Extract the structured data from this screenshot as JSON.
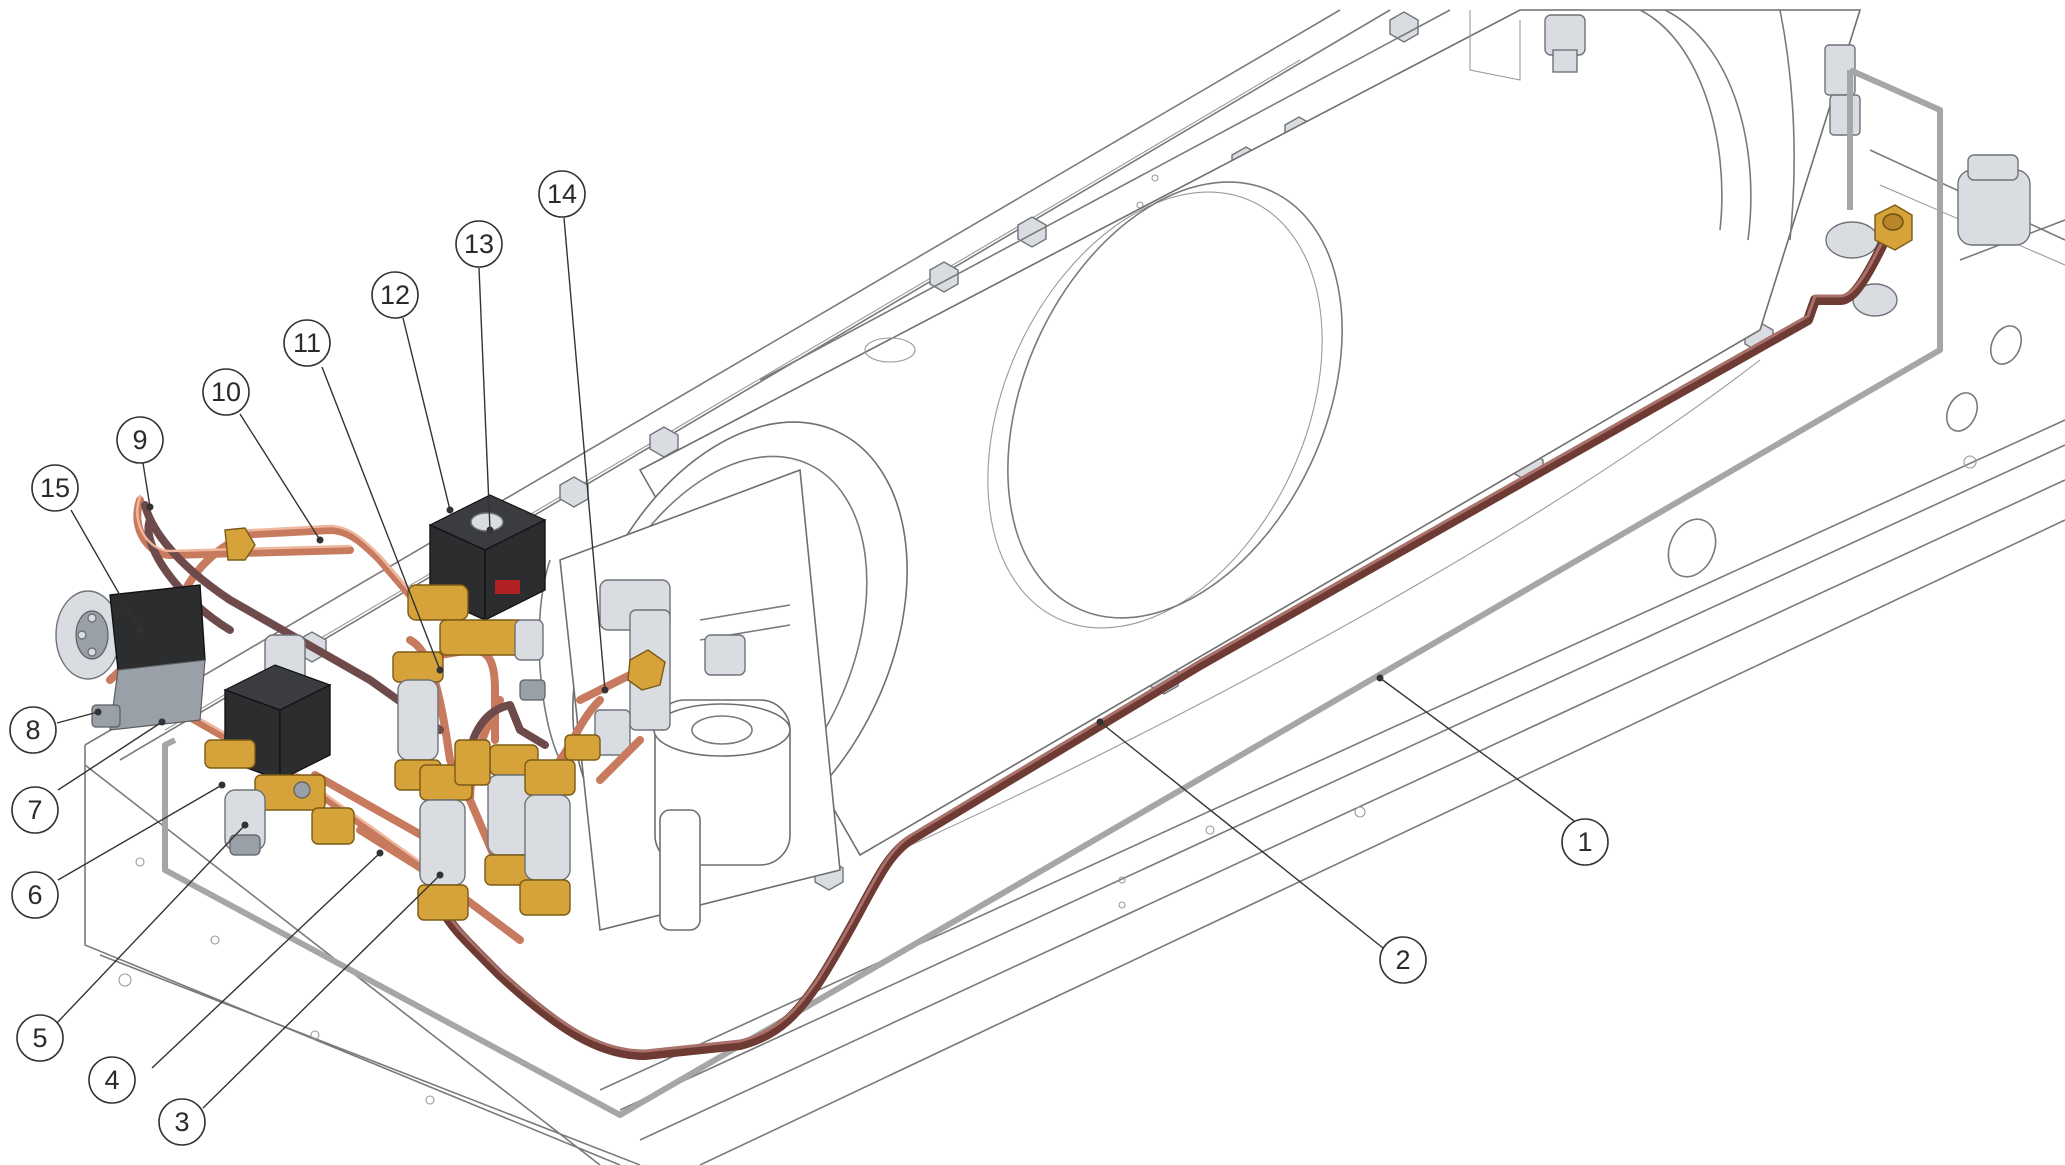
{
  "callouts": [
    {
      "id": "1",
      "label": "1"
    },
    {
      "id": "2",
      "label": "2"
    },
    {
      "id": "3",
      "label": "3"
    },
    {
      "id": "4",
      "label": "4"
    },
    {
      "id": "5",
      "label": "5"
    },
    {
      "id": "6",
      "label": "6"
    },
    {
      "id": "7",
      "label": "7"
    },
    {
      "id": "8",
      "label": "8"
    },
    {
      "id": "9",
      "label": "9"
    },
    {
      "id": "10",
      "label": "10"
    },
    {
      "id": "11",
      "label": "11"
    },
    {
      "id": "12",
      "label": "12"
    },
    {
      "id": "13",
      "label": "13"
    },
    {
      "id": "14",
      "label": "14"
    },
    {
      "id": "15",
      "label": "15"
    }
  ],
  "colors": {
    "frame": "#a6a6a6",
    "main_pipe": "#6d3b33",
    "copper_pipe": "#c77a5e",
    "brass_fitting": "#d6a23a",
    "solenoid_coil": "#2b2d2f",
    "steel_part": "#d9dde2"
  }
}
